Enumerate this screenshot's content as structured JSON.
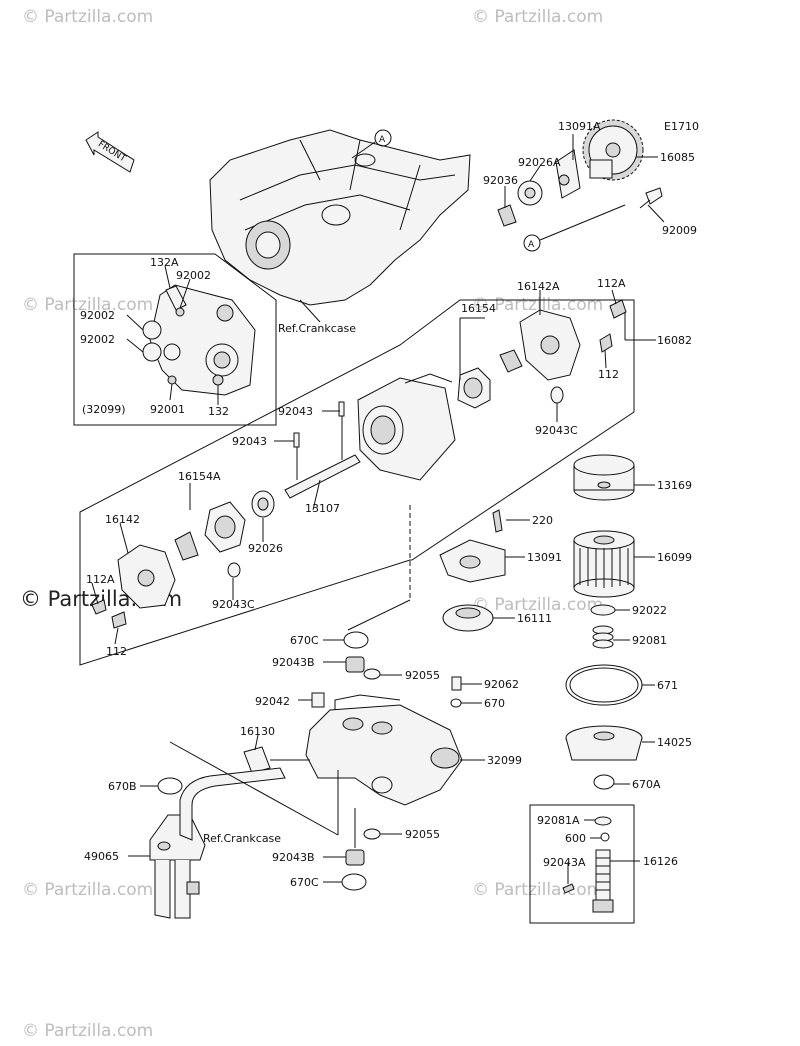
{
  "diagram_code": "E1710",
  "front_label": "FRONT",
  "watermarks": [
    "© Partzilla.com",
    "© Partzilla.com",
    "© Partzilla.com",
    "© Partzilla.com",
    "© Partzilla.com",
    "© Partzilla.com",
    "© Partzilla.com",
    "© Partzilla.com"
  ],
  "center_watermark": "© Partzilla.com",
  "ref_crankcase_top": "Ref.Crankcase",
  "ref_crankcase_bottom": "Ref.Crankcase",
  "callout_a": "A",
  "parts": {
    "p13091A": "13091A",
    "p16085": "16085",
    "p92026A": "92026A",
    "p92036": "92036",
    "p92009": "92009",
    "p132A": "132A",
    "p92002a": "92002",
    "p92002b": "92002",
    "p92002c": "92002",
    "p32099box": "(32099)",
    "p92001": "92001",
    "p132": "132",
    "p16142A": "16142A",
    "p112A_top": "112A",
    "p16154": "16154",
    "p16082": "16082",
    "p112_top": "112",
    "p92043C_top": "92043C",
    "p92043_a": "92043",
    "p92043_b": "92043",
    "p16154A": "16154A",
    "p13107": "13107",
    "p16142": "16142",
    "p92026": "92026",
    "p112A_bot": "112A",
    "p92043C_bot": "92043C",
    "p112_bot": "112",
    "p13169": "13169",
    "p220": "220",
    "p13091": "13091",
    "p16099": "16099",
    "p92022": "92022",
    "p16111": "16111",
    "p92081": "92081",
    "p670C_top": "670C",
    "p92043B_top": "92043B",
    "p92055_top": "92055",
    "p92062": "92062",
    "p92042": "92042",
    "p670": "670",
    "p671": "671",
    "p16130": "16130",
    "p32099": "32099",
    "p14025": "14025",
    "p670B": "670B",
    "p670A": "670A",
    "p92055_bot": "92055",
    "p92081A": "92081A",
    "p600": "600",
    "p49065": "49065",
    "p92043B_bot": "92043B",
    "p92043A": "92043A",
    "p16126": "16126",
    "p670C_bot": "670C"
  }
}
